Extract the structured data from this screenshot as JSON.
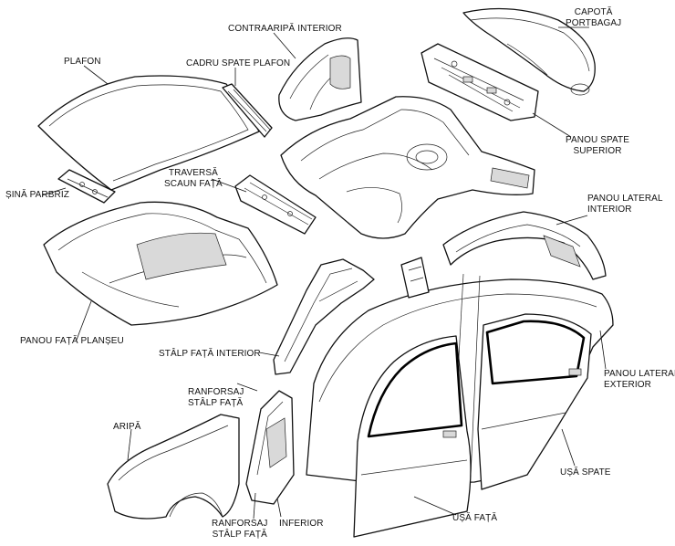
{
  "labels": {
    "capota": [
      "CAPOTĂ",
      "PORTBAGAJ"
    ],
    "contraaripa": "CONTRAARIPĂ INTERIOR",
    "plafon": "PLAFON",
    "cadru_spate": "CADRU SPATE PLAFON",
    "panou_spate_sup": [
      "PANOU SPATE",
      "SUPERIOR"
    ],
    "traversa": [
      "TRAVERSĂ",
      "SCAUN FAȚĂ"
    ],
    "sina_parbriz": "ȘINĂ PARBRIZ",
    "panou_lateral_int": [
      "PANOU LATERAL",
      "INTERIOR"
    ],
    "panou_fata_plansu": "PANOU FAȚĂ PLANȘEU",
    "stalp_fata_int": "STÂLP FAȚĂ INTERIOR",
    "panou_lateral_ext": [
      "PANOU LATERAL",
      "EXTERIOR"
    ],
    "ranforsaj_sus": [
      "RANFORSAJ",
      "STÂLP FAȚĂ"
    ],
    "aripa": "ARIPĂ",
    "usa_spate": "UȘĂ SPATE",
    "usa_fata": "UȘĂ FAȚĂ",
    "ranforsaj_jos": [
      "RANFORSAJ",
      "STÂLP FAȚĂ"
    ],
    "inferior": "INFERIOR"
  }
}
